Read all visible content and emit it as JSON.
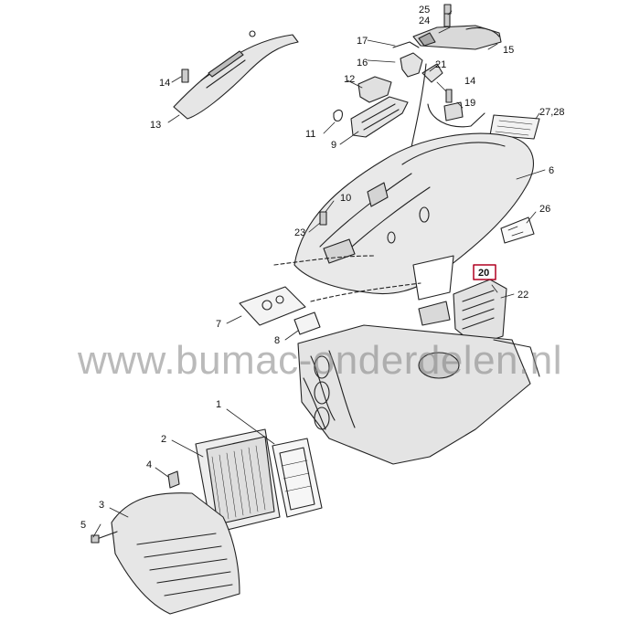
{
  "watermark": "www.bumac-onderdelen.nl",
  "highlight_color": "#b00020",
  "callouts": [
    {
      "id": "c1",
      "label": "1"
    },
    {
      "id": "c2",
      "label": "2"
    },
    {
      "id": "c3",
      "label": "3"
    },
    {
      "id": "c4",
      "label": "4"
    },
    {
      "id": "c5",
      "label": "5"
    },
    {
      "id": "c6",
      "label": "6"
    },
    {
      "id": "c7",
      "label": "7"
    },
    {
      "id": "c8",
      "label": "8"
    },
    {
      "id": "c9",
      "label": "9"
    },
    {
      "id": "c10",
      "label": "10"
    },
    {
      "id": "c11",
      "label": "11"
    },
    {
      "id": "c12",
      "label": "12"
    },
    {
      "id": "c13",
      "label": "13"
    },
    {
      "id": "c14a",
      "label": "14"
    },
    {
      "id": "c14b",
      "label": "14"
    },
    {
      "id": "c15",
      "label": "15"
    },
    {
      "id": "c16",
      "label": "16"
    },
    {
      "id": "c17",
      "label": "17"
    },
    {
      "id": "c19",
      "label": "19"
    },
    {
      "id": "c20",
      "label": "20",
      "highlighted": true
    },
    {
      "id": "c21",
      "label": "21"
    },
    {
      "id": "c22",
      "label": "22"
    },
    {
      "id": "c23",
      "label": "23"
    },
    {
      "id": "c24",
      "label": "24"
    },
    {
      "id": "c25",
      "label": "25"
    },
    {
      "id": "c26",
      "label": "26"
    },
    {
      "id": "c2728",
      "label": "27,28"
    }
  ]
}
